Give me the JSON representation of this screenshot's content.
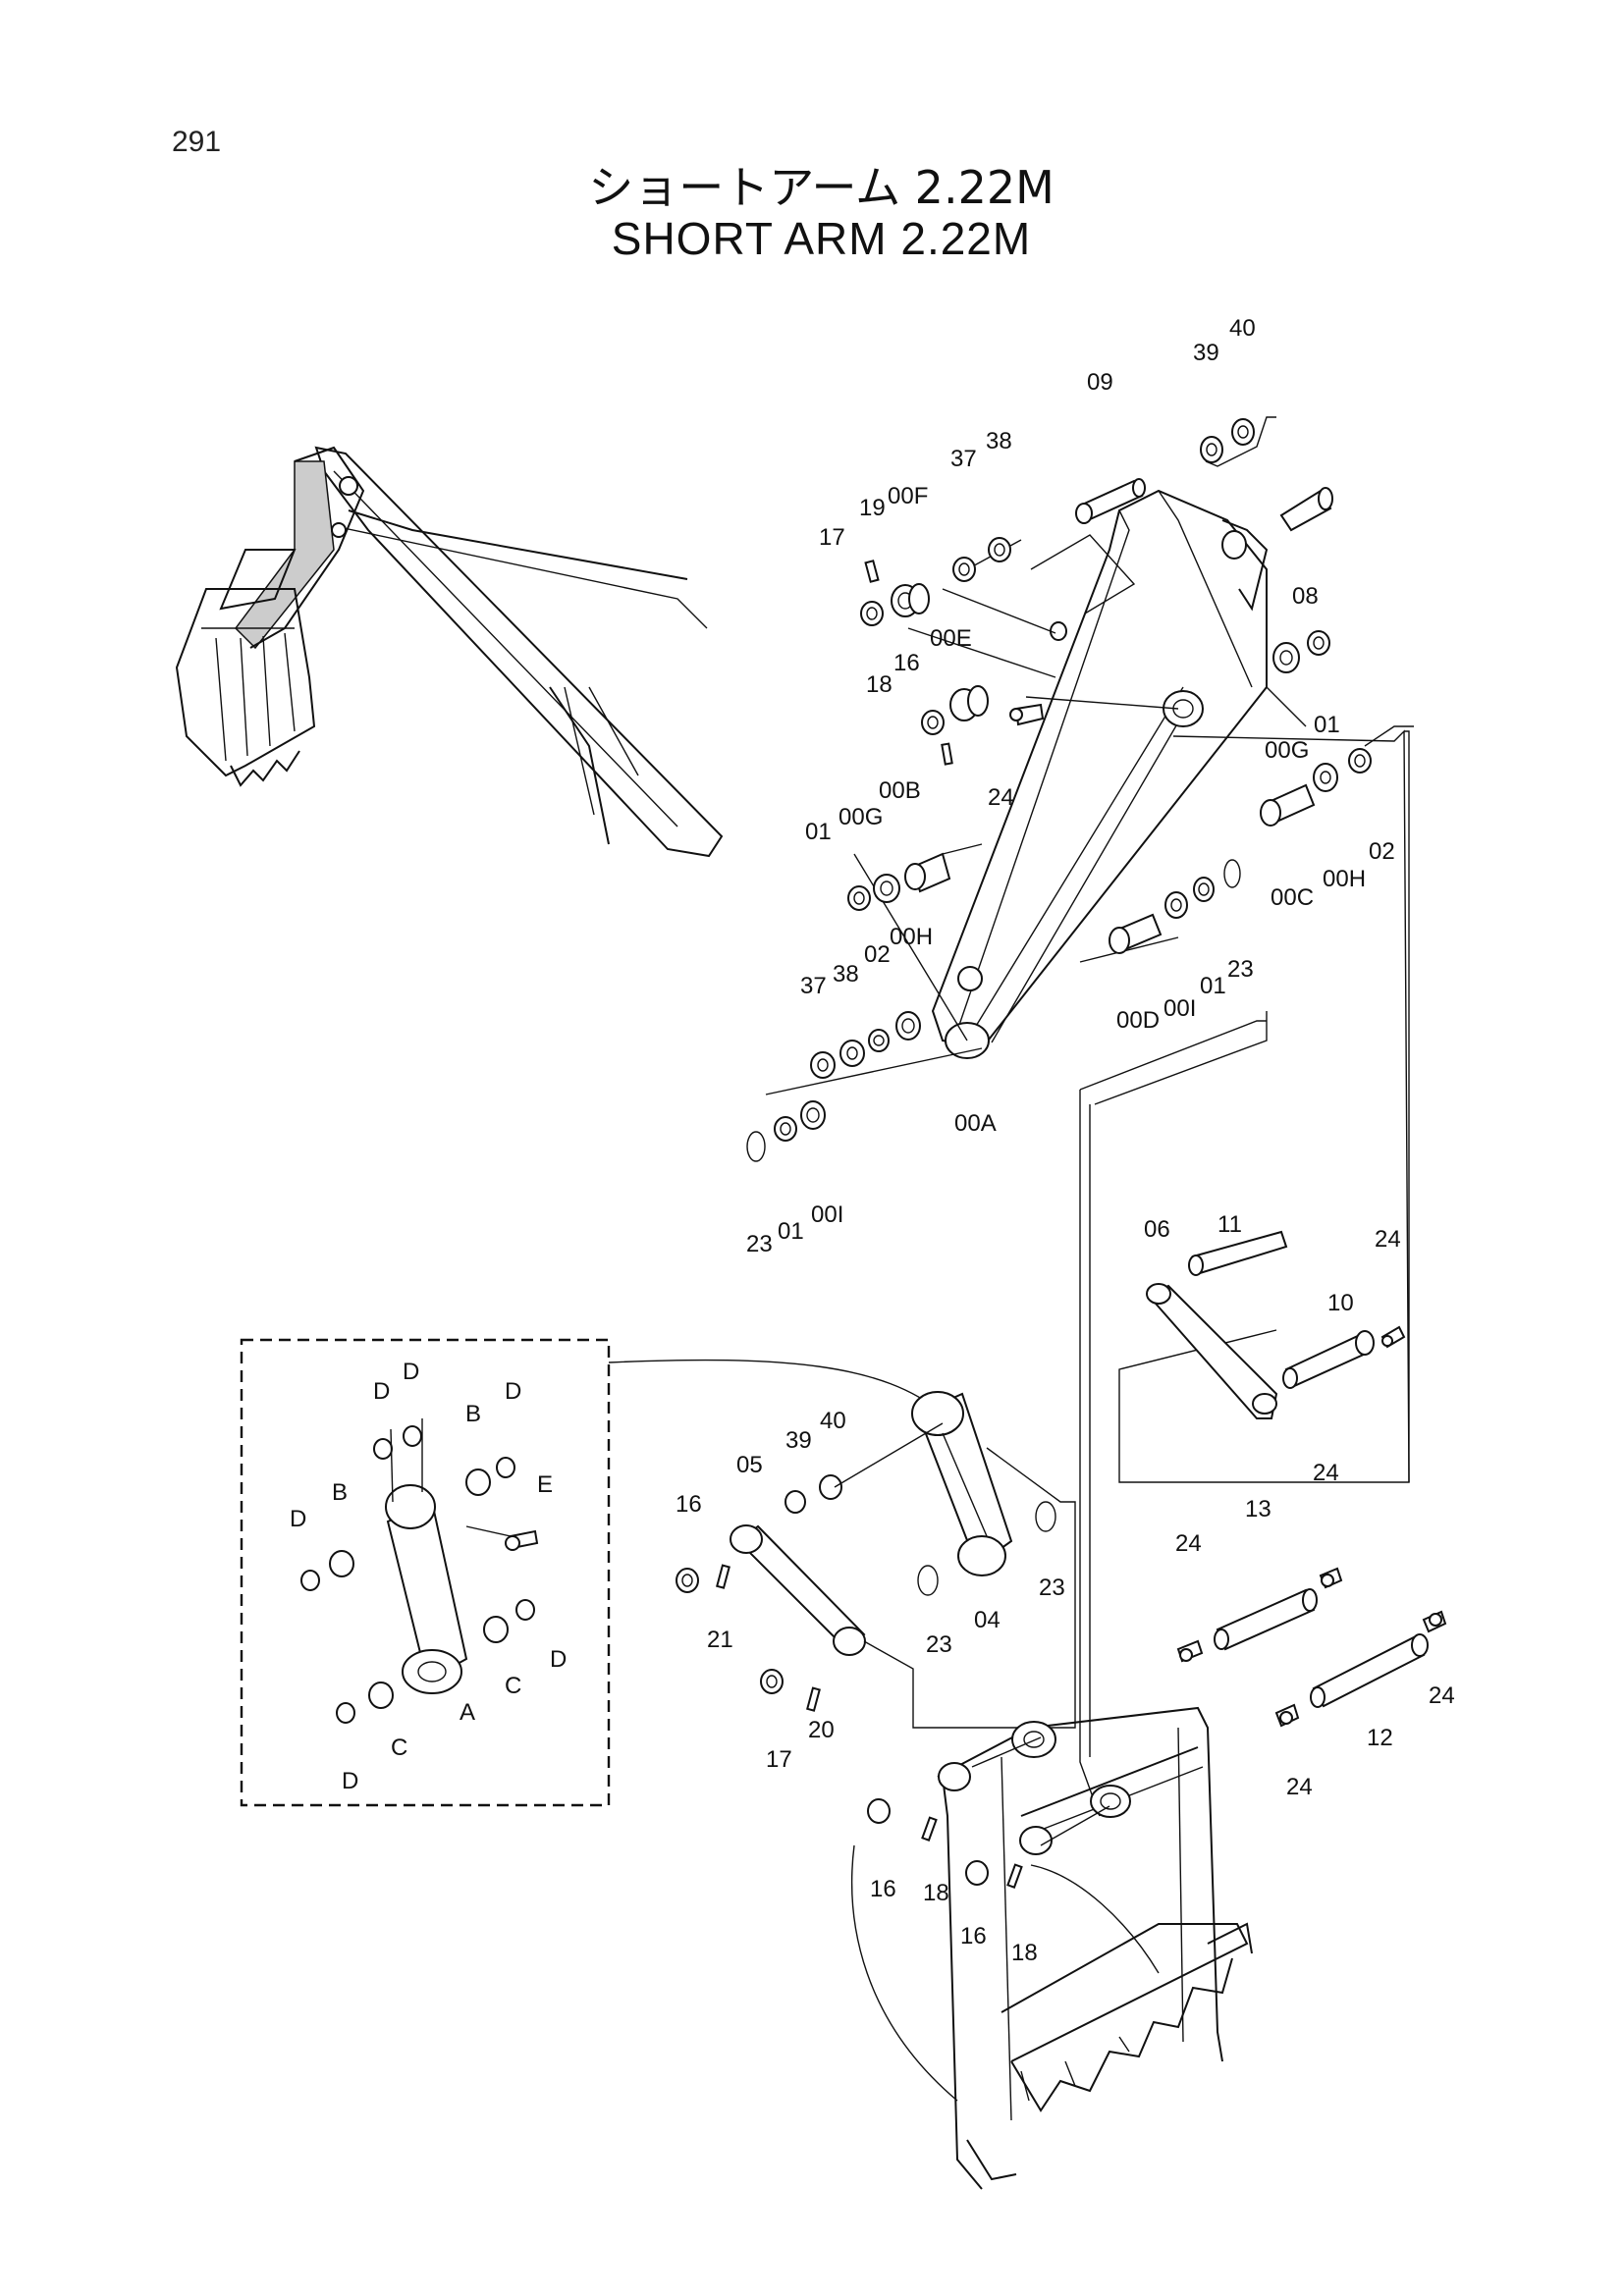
{
  "page_number": "291",
  "title_jp": "ショートアーム 2.22M",
  "title_en": "SHORT ARM 2.22M",
  "callouts": [
    {
      "id": "c-40a",
      "text": "40"
    },
    {
      "id": "c-39a",
      "text": "39"
    },
    {
      "id": "c-09",
      "text": "09"
    },
    {
      "id": "c-38a",
      "text": "38"
    },
    {
      "id": "c-37a",
      "text": "37"
    },
    {
      "id": "c-00F",
      "text": "00F"
    },
    {
      "id": "c-19",
      "text": "19"
    },
    {
      "id": "c-17a",
      "text": "17"
    },
    {
      "id": "c-08",
      "text": "08"
    },
    {
      "id": "c-00E",
      "text": "00E"
    },
    {
      "id": "c-16a",
      "text": "16"
    },
    {
      "id": "c-18a",
      "text": "18"
    },
    {
      "id": "c-24a",
      "text": "24"
    },
    {
      "id": "c-00G-r",
      "text": "00G"
    },
    {
      "id": "c-01a",
      "text": "01"
    },
    {
      "id": "c-00B",
      "text": "00B"
    },
    {
      "id": "c-00G-l",
      "text": "00G"
    },
    {
      "id": "c-01b",
      "text": "01"
    },
    {
      "id": "c-00C",
      "text": "00C"
    },
    {
      "id": "c-00H-r",
      "text": "00H"
    },
    {
      "id": "c-02a",
      "text": "02"
    },
    {
      "id": "c-37b",
      "text": "37"
    },
    {
      "id": "c-38b",
      "text": "38"
    },
    {
      "id": "c-02b",
      "text": "02"
    },
    {
      "id": "c-00H-l",
      "text": "00H"
    },
    {
      "id": "c-00D",
      "text": "00D"
    },
    {
      "id": "c-00I-r",
      "text": "00I"
    },
    {
      "id": "c-01c",
      "text": "01"
    },
    {
      "id": "c-23a",
      "text": "23"
    },
    {
      "id": "c-00A",
      "text": "00A"
    },
    {
      "id": "c-23b",
      "text": "23"
    },
    {
      "id": "c-01d",
      "text": "01"
    },
    {
      "id": "c-00I-l",
      "text": "00I"
    },
    {
      "id": "c-11",
      "text": "11"
    },
    {
      "id": "c-06",
      "text": "06"
    },
    {
      "id": "c-24b",
      "text": "24"
    },
    {
      "id": "c-10",
      "text": "10"
    },
    {
      "id": "c-D1",
      "text": "D"
    },
    {
      "id": "c-D2",
      "text": "D"
    },
    {
      "id": "c-D3",
      "text": "D"
    },
    {
      "id": "c-B1",
      "text": "B"
    },
    {
      "id": "c-E",
      "text": "E"
    },
    {
      "id": "c-D4",
      "text": "D"
    },
    {
      "id": "c-B2",
      "text": "B"
    },
    {
      "id": "c-D5",
      "text": "D"
    },
    {
      "id": "c-C1",
      "text": "C"
    },
    {
      "id": "c-A",
      "text": "A"
    },
    {
      "id": "c-C2",
      "text": "C"
    },
    {
      "id": "c-D6",
      "text": "D"
    },
    {
      "id": "c-05",
      "text": "05"
    },
    {
      "id": "c-39b",
      "text": "39"
    },
    {
      "id": "c-40b",
      "text": "40"
    },
    {
      "id": "c-16b",
      "text": "16"
    },
    {
      "id": "c-21",
      "text": "21"
    },
    {
      "id": "c-23c",
      "text": "23"
    },
    {
      "id": "c-04",
      "text": "04"
    },
    {
      "id": "c-23d",
      "text": "23"
    },
    {
      "id": "c-17b",
      "text": "17"
    },
    {
      "id": "c-20",
      "text": "20"
    },
    {
      "id": "c-24c",
      "text": "24"
    },
    {
      "id": "c-13",
      "text": "13"
    },
    {
      "id": "c-24d",
      "text": "24"
    },
    {
      "id": "c-24e",
      "text": "24"
    },
    {
      "id": "c-12",
      "text": "12"
    },
    {
      "id": "c-24f",
      "text": "24"
    },
    {
      "id": "c-16c",
      "text": "16"
    },
    {
      "id": "c-18b",
      "text": "18"
    },
    {
      "id": "c-16d",
      "text": "16"
    },
    {
      "id": "c-18c",
      "text": "18"
    }
  ]
}
